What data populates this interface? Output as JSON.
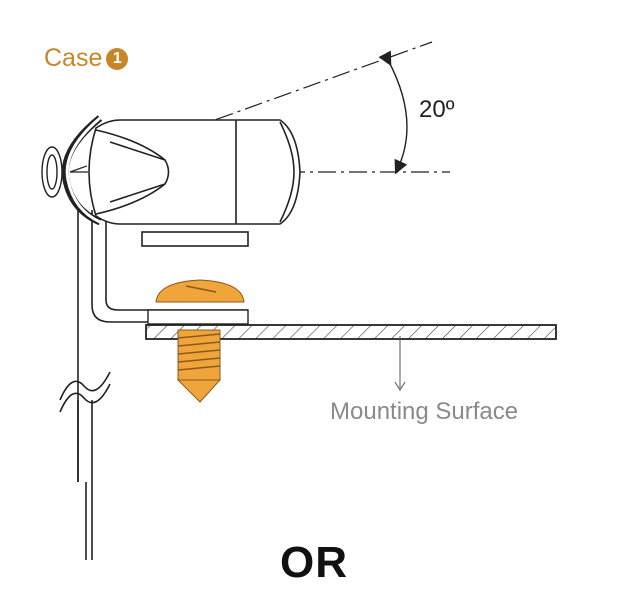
{
  "case_label": {
    "text": "Case",
    "number": "1"
  },
  "angle_label": "20º",
  "mounting_surface_label": "Mounting Surface",
  "or_label": "OR",
  "colors": {
    "accent": "#c8862a",
    "screw": "#f0a43c",
    "line": "#222222",
    "muted": "#8a8a8a"
  }
}
